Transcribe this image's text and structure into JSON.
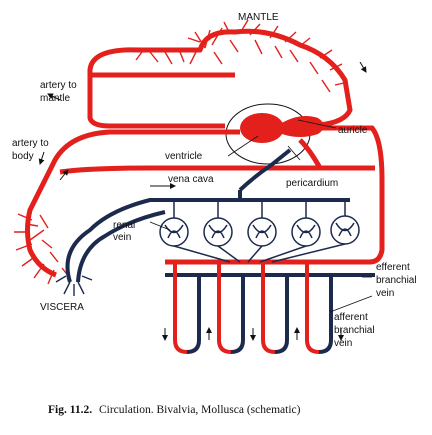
{
  "labels": {
    "mantle": "MANTLE",
    "artery_to_mantle_1": "artery to",
    "artery_to_mantle_2": "mantle",
    "auricle": "auricle",
    "artery_to_body_1": "artery to",
    "artery_to_body_2": "body",
    "ventricle": "ventricle",
    "pericardium": "pericardium",
    "vena_cava": "vena cava",
    "renal_vein_1": "renal",
    "renal_vein_2": "vein",
    "efferent_1": "efferent",
    "efferent_2": "branchial",
    "efferent_3": "vein",
    "afferent_1": "afferent",
    "afferent_2": "branchial",
    "afferent_3": "vein",
    "viscera": "VISCERA"
  },
  "caption": {
    "figure_number": "Fig. 11.2.",
    "text": "Circulation. Bivalvia, Mollusca (schematic)"
  },
  "colors": {
    "arterial": "#e3201b",
    "venous": "#1c2a4e",
    "outline": "#111111"
  }
}
